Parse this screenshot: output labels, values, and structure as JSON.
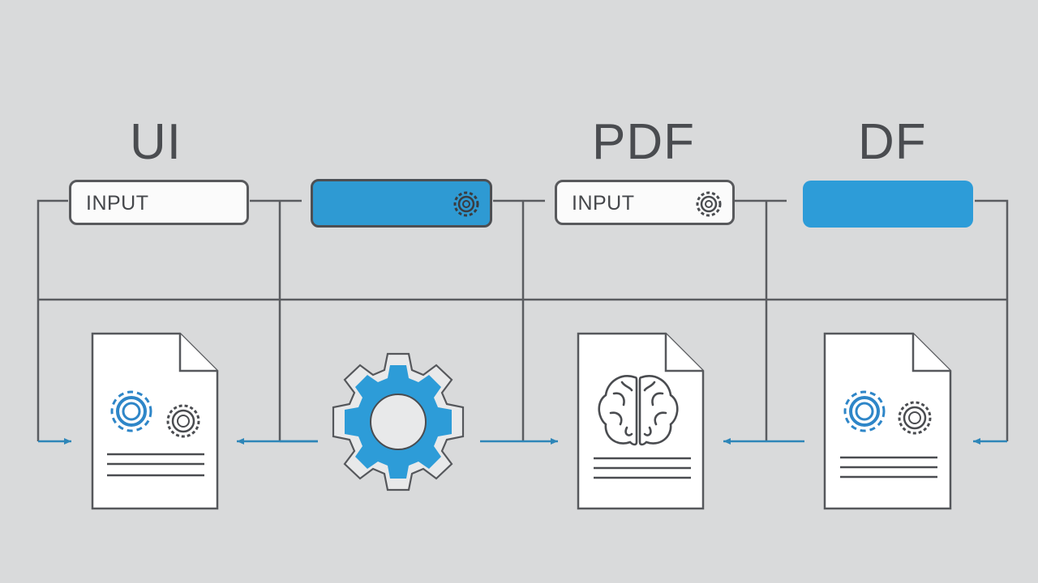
{
  "headings": {
    "ui": "UI",
    "pdf": "PDF",
    "df": "DF"
  },
  "boxes": {
    "box1_label": "INPUT",
    "box3_label": "INPUT"
  },
  "colors": {
    "background": "#d9dadb",
    "accent_blue": "#2e9ad3",
    "line": "#5a5c60",
    "doc_fill": "#ffffff"
  },
  "icons": {
    "box2": "gear-icon",
    "box3": "gear-icon",
    "doc1": [
      "gear-icon",
      "gear-icon"
    ],
    "center": "gear-icon",
    "doc2": "brain-icon",
    "doc3": [
      "gear-icon",
      "gear-icon"
    ]
  }
}
